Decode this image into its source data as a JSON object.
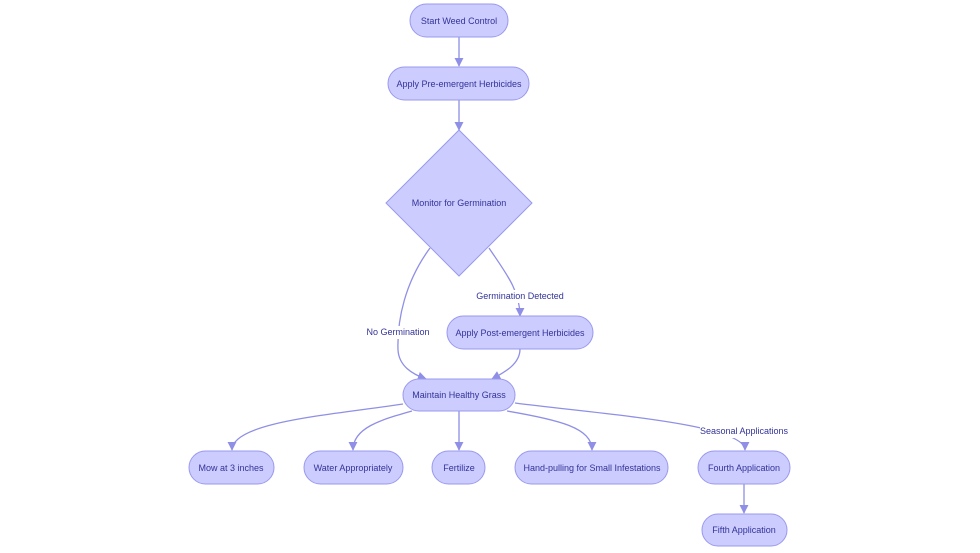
{
  "colors": {
    "node_fill": "#ccccff",
    "node_stroke": "#9999ee",
    "edge": "#8f8fe6",
    "text": "#333399",
    "background": "#ffffff"
  },
  "nodes": {
    "start": "Start Weed Control",
    "pre": "Apply Pre-emergent Herbicides",
    "monitor": "Monitor for Germination",
    "post": "Apply Post-emergent Herbicides",
    "maintain": "Maintain Healthy Grass",
    "mow": "Mow at 3 inches",
    "water": "Water Appropriately",
    "fertilize": "Fertilize",
    "hand": "Hand-pulling for Small Infestations",
    "fourth": "Fourth Application",
    "fifth": "Fifth Application"
  },
  "edges": {
    "germination_detected": "Germination Detected",
    "no_germination": "No Germination",
    "seasonal_applications": "Seasonal Applications"
  }
}
